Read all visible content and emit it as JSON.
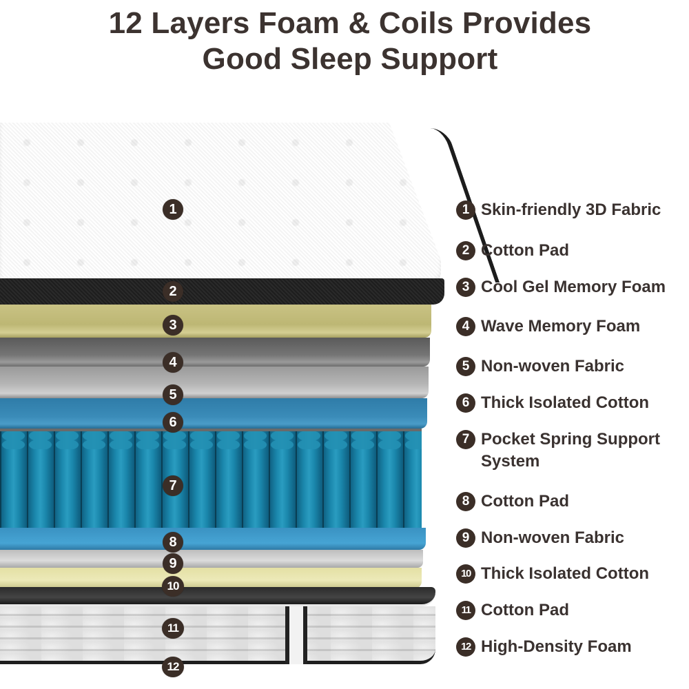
{
  "title": {
    "line1": "12 Layers Foam & Coils Provides",
    "line2": "Good Sleep Support",
    "color": "#3c3330"
  },
  "diagram": {
    "description": "Exploded cross-section of a hybrid mattress with 12 numbered layers",
    "badge_color": "#3b2e27",
    "badges": [
      "1",
      "2",
      "3",
      "4",
      "5",
      "6",
      "7",
      "8",
      "9",
      "10",
      "11",
      "12"
    ],
    "layer_colors": {
      "1": "#f6f6f6",
      "2": "#222222",
      "3": "#c2bc7c",
      "4": "#707070",
      "5": "#b8b8b8",
      "6": "#3a8bb8",
      "7": "#1a87ac",
      "8": "#46a4d4",
      "9": "#d4d4d4",
      "10": "#ece9b8",
      "11": "#dedede",
      "12": "#1e1e1e"
    }
  },
  "legend": {
    "items": [
      {
        "num": "1",
        "label": "Skin-friendly 3D Fabric"
      },
      {
        "num": "2",
        "label": "Cotton Pad"
      },
      {
        "num": "3",
        "label": "Cool Gel Memory Foam"
      },
      {
        "num": "4",
        "label": "Wave Memory Foam"
      },
      {
        "num": "5",
        "label": "Non-woven Fabric"
      },
      {
        "num": "6",
        "label": "Thick Isolated Cotton"
      },
      {
        "num": "7",
        "label": "Pocket Spring Support\nSystem"
      },
      {
        "num": "8",
        "label": "Cotton Pad"
      },
      {
        "num": "9",
        "label": "Non-woven Fabric"
      },
      {
        "num": "10",
        "label": "Thick Isolated Cotton"
      },
      {
        "num": "11",
        "label": "Cotton Pad"
      },
      {
        "num": "12",
        "label": "High-Density Foam"
      }
    ]
  }
}
